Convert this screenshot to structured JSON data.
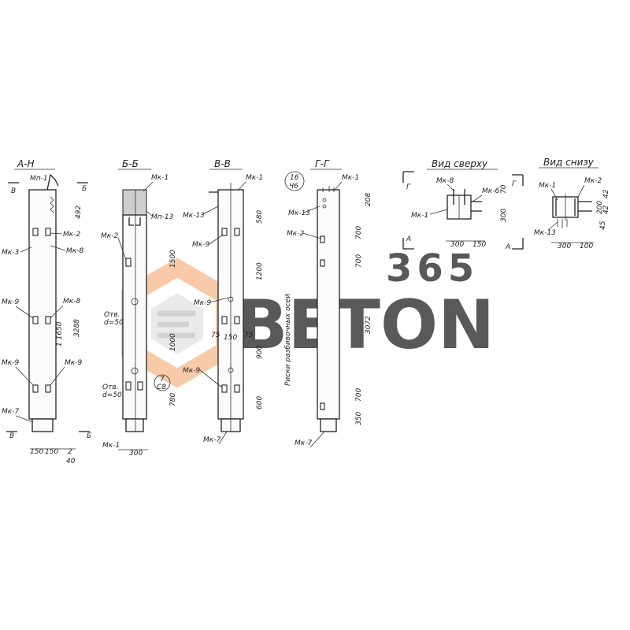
{
  "sections": [
    {
      "title": "А-Н",
      "labels": [
        "Мп-1",
        "Мк-2",
        "Мк-8",
        "Мк-3",
        "Мк-9",
        "Мк-8",
        "Мк-9",
        "Мк-9",
        "Мк-7"
      ],
      "dims": [
        "492",
        "3288",
        "1 1650"
      ],
      "marks": [
        "В",
        "Б",
        "В",
        "Б"
      ],
      "bottom_dims": [
        "150",
        "150",
        "2",
        "40"
      ]
    },
    {
      "title": "Б-Б",
      "labels": [
        "Мк-1",
        "Мп-13",
        "Мк-2",
        "Мк-1"
      ],
      "holes": [
        "Отв.",
        "d=50",
        "Отв.",
        "d=50"
      ],
      "dims": [
        "1500",
        "1000",
        "780",
        "300"
      ],
      "callout": [
        "7",
        "С8"
      ]
    },
    {
      "title": "В-В",
      "labels": [
        "Мк-1",
        "Мк-13",
        "Мк-9",
        "Мк-9",
        "Мк-9",
        "Мк-7"
      ],
      "dims": [
        "580",
        "1200",
        "900",
        "600",
        "75",
        "150",
        "75"
      ],
      "note": "Риски разбивочных осей"
    },
    {
      "title": "Г-Г",
      "labels": [
        "Мк-1",
        "Мк-13",
        "Мк-2",
        "Мк-7"
      ],
      "dims": [
        "208",
        "700",
        "700",
        "3072",
        "700",
        "350"
      ],
      "callout": [
        "16",
        "Ч6"
      ]
    }
  ],
  "top_view": {
    "title": "Вид сверху",
    "labels": [
      "Мк-8",
      "Мк-6",
      "Мк-1"
    ],
    "dims": [
      "300",
      "70",
      "300",
      "150"
    ],
    "marks": [
      "Г",
      "Г",
      "А",
      "А"
    ]
  },
  "bottom_view": {
    "title": "Вид снизу",
    "labels": [
      "Мк-1",
      "Мк-2",
      "Мк-13"
    ],
    "dims": [
      "200",
      "42",
      "42",
      "45",
      "300",
      "100"
    ]
  },
  "watermark": {
    "number": "365",
    "word": "BETON",
    "colors": {
      "orange": "#f6b98a",
      "gray": "#c4c4c4",
      "light": "#dedede"
    }
  }
}
